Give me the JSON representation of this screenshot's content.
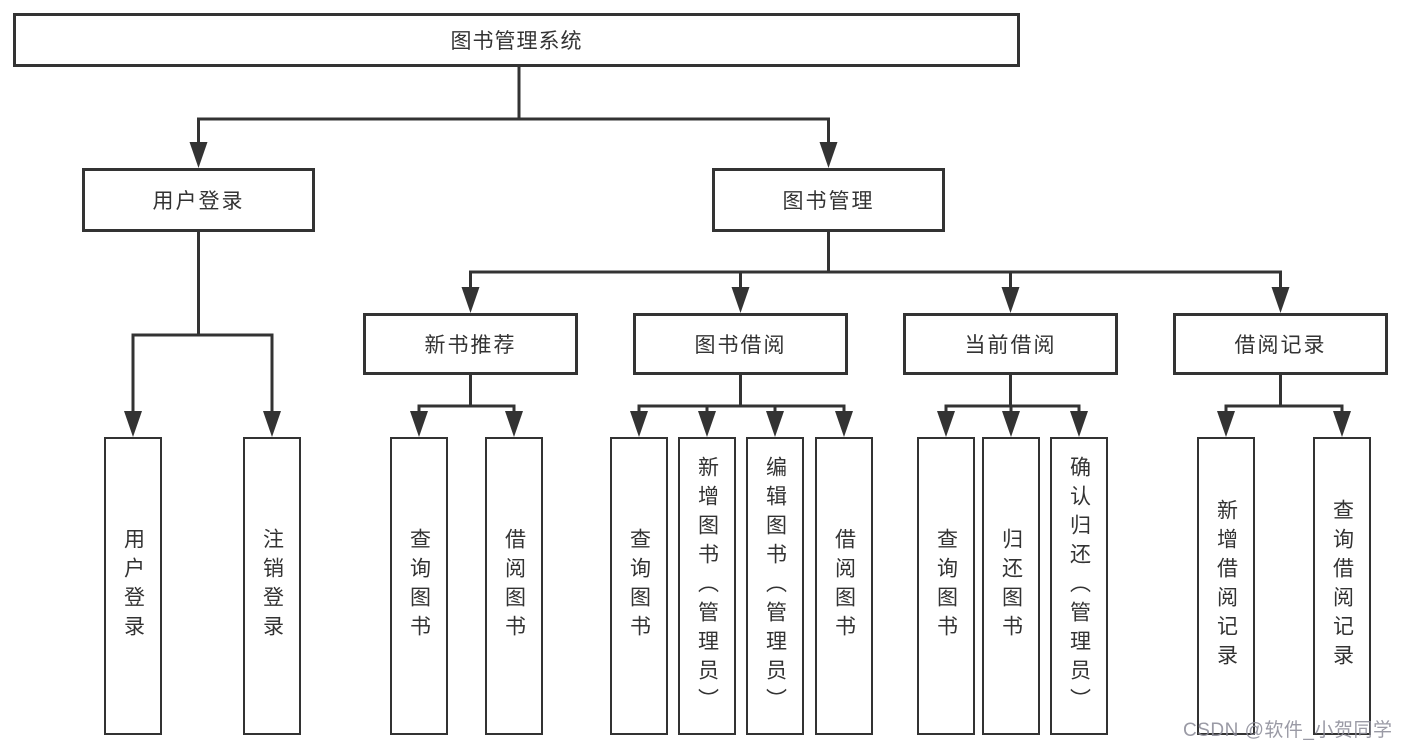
{
  "tree": {
    "root_label": "图书管理系统",
    "branches": [
      {
        "label": "用户登录",
        "children": [
          {
            "label": "用户登录"
          },
          {
            "label": "注销登录"
          }
        ]
      },
      {
        "label": "图书管理",
        "groups": [
          {
            "label": "新书推荐",
            "children": [
              {
                "label": "查询图书"
              },
              {
                "label": "借阅图书"
              }
            ]
          },
          {
            "label": "图书借阅",
            "children": [
              {
                "label": "查询图书"
              },
              {
                "label": "新增图书（管理员）"
              },
              {
                "label": "编辑图书（管理员）"
              },
              {
                "label": "借阅图书"
              }
            ]
          },
          {
            "label": "当前借阅",
            "children": [
              {
                "label": "查询图书"
              },
              {
                "label": "归还图书"
              },
              {
                "label": "确认归还（管理员）"
              }
            ]
          },
          {
            "label": "借阅记录",
            "children": [
              {
                "label": "新增借阅记录"
              },
              {
                "label": "查询借阅记录"
              }
            ]
          }
        ]
      }
    ]
  },
  "style": {
    "line_color": "#333333",
    "background": "#ffffff",
    "watermark_color": "#8d8d99"
  },
  "watermark": {
    "text": "CSDN @软件_小贺同学"
  }
}
